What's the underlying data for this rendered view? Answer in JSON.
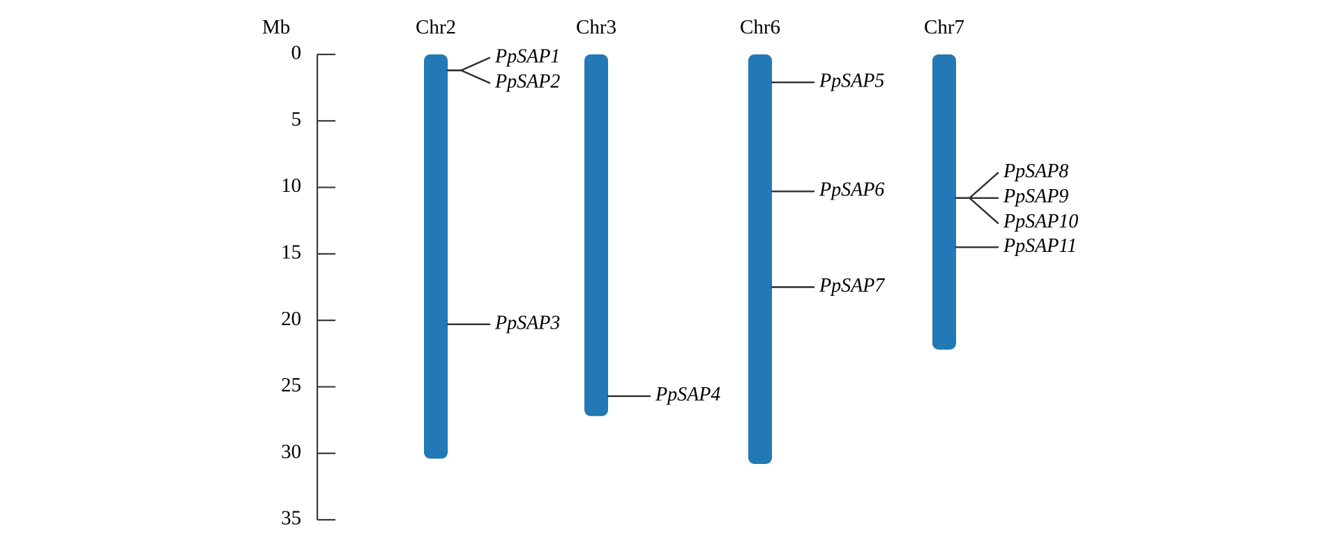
{
  "figure": {
    "unit_label": "Mb",
    "background_color": "#ffffff",
    "chromosome_color": "#2379b5",
    "leader_color": "#2e2e2e",
    "axis_color": "#3b3b3b"
  },
  "chart_data": {
    "type": "ideogram",
    "title": "",
    "xlabel": "",
    "ylabel": "Mb",
    "ylim": [
      0,
      35
    ],
    "y_ticks": [
      0,
      5,
      10,
      15,
      20,
      25,
      30,
      35
    ],
    "y_tick_labels": [
      "0",
      "5",
      "10",
      "15",
      "20",
      "25",
      "30",
      "35"
    ],
    "y_axis_inverted": true,
    "grid": false,
    "legend": "none",
    "unit": "Mb",
    "categories": [
      "Chr2",
      "Chr3",
      "Chr6",
      "Chr7"
    ],
    "chromosomes": [
      {
        "name": "Chr2",
        "start_mb": 0,
        "end_mb": 30.4,
        "length_mb": 30.4,
        "genes": [
          {
            "name": "PpSAP1",
            "position_mb": 1.2
          },
          {
            "name": "PpSAP2",
            "position_mb": 1.2
          },
          {
            "name": "PpSAP3",
            "position_mb": 20.3
          }
        ]
      },
      {
        "name": "Chr3",
        "start_mb": 0,
        "end_mb": 27.2,
        "length_mb": 27.2,
        "genes": [
          {
            "name": "PpSAP4",
            "position_mb": 25.7
          }
        ]
      },
      {
        "name": "Chr6",
        "start_mb": 0,
        "end_mb": 30.8,
        "length_mb": 30.8,
        "genes": [
          {
            "name": "PpSAP5",
            "position_mb": 2.1
          },
          {
            "name": "PpSAP6",
            "position_mb": 10.3
          },
          {
            "name": "PpSAP7",
            "position_mb": 17.5
          }
        ]
      },
      {
        "name": "Chr7",
        "start_mb": 0,
        "end_mb": 22.2,
        "length_mb": 22.2,
        "genes": [
          {
            "name": "PpSAP8",
            "position_mb": 10.8
          },
          {
            "name": "PpSAP9",
            "position_mb": 10.8
          },
          {
            "name": "PpSAP10",
            "position_mb": 10.8
          },
          {
            "name": "PpSAP11",
            "position_mb": 14.5
          }
        ]
      }
    ],
    "gene_label_layout": [
      {
        "chromosome": "Chr2",
        "anchor_mb": 1.2,
        "labels": [
          "PpSAP1",
          "PpSAP2"
        ]
      },
      {
        "chromosome": "Chr2",
        "anchor_mb": 20.3,
        "labels": [
          "PpSAP3"
        ]
      },
      {
        "chromosome": "Chr3",
        "anchor_mb": 25.7,
        "labels": [
          "PpSAP4"
        ]
      },
      {
        "chromosome": "Chr6",
        "anchor_mb": 2.1,
        "labels": [
          "PpSAP5"
        ]
      },
      {
        "chromosome": "Chr6",
        "anchor_mb": 10.3,
        "labels": [
          "PpSAP6"
        ]
      },
      {
        "chromosome": "Chr6",
        "anchor_mb": 17.5,
        "labels": [
          "PpSAP7"
        ]
      },
      {
        "chromosome": "Chr7",
        "anchor_mb": 10.8,
        "labels": [
          "PpSAP8",
          "PpSAP9",
          "PpSAP10"
        ]
      },
      {
        "chromosome": "Chr7",
        "anchor_mb": 14.5,
        "labels": [
          "PpSAP11"
        ]
      }
    ]
  }
}
